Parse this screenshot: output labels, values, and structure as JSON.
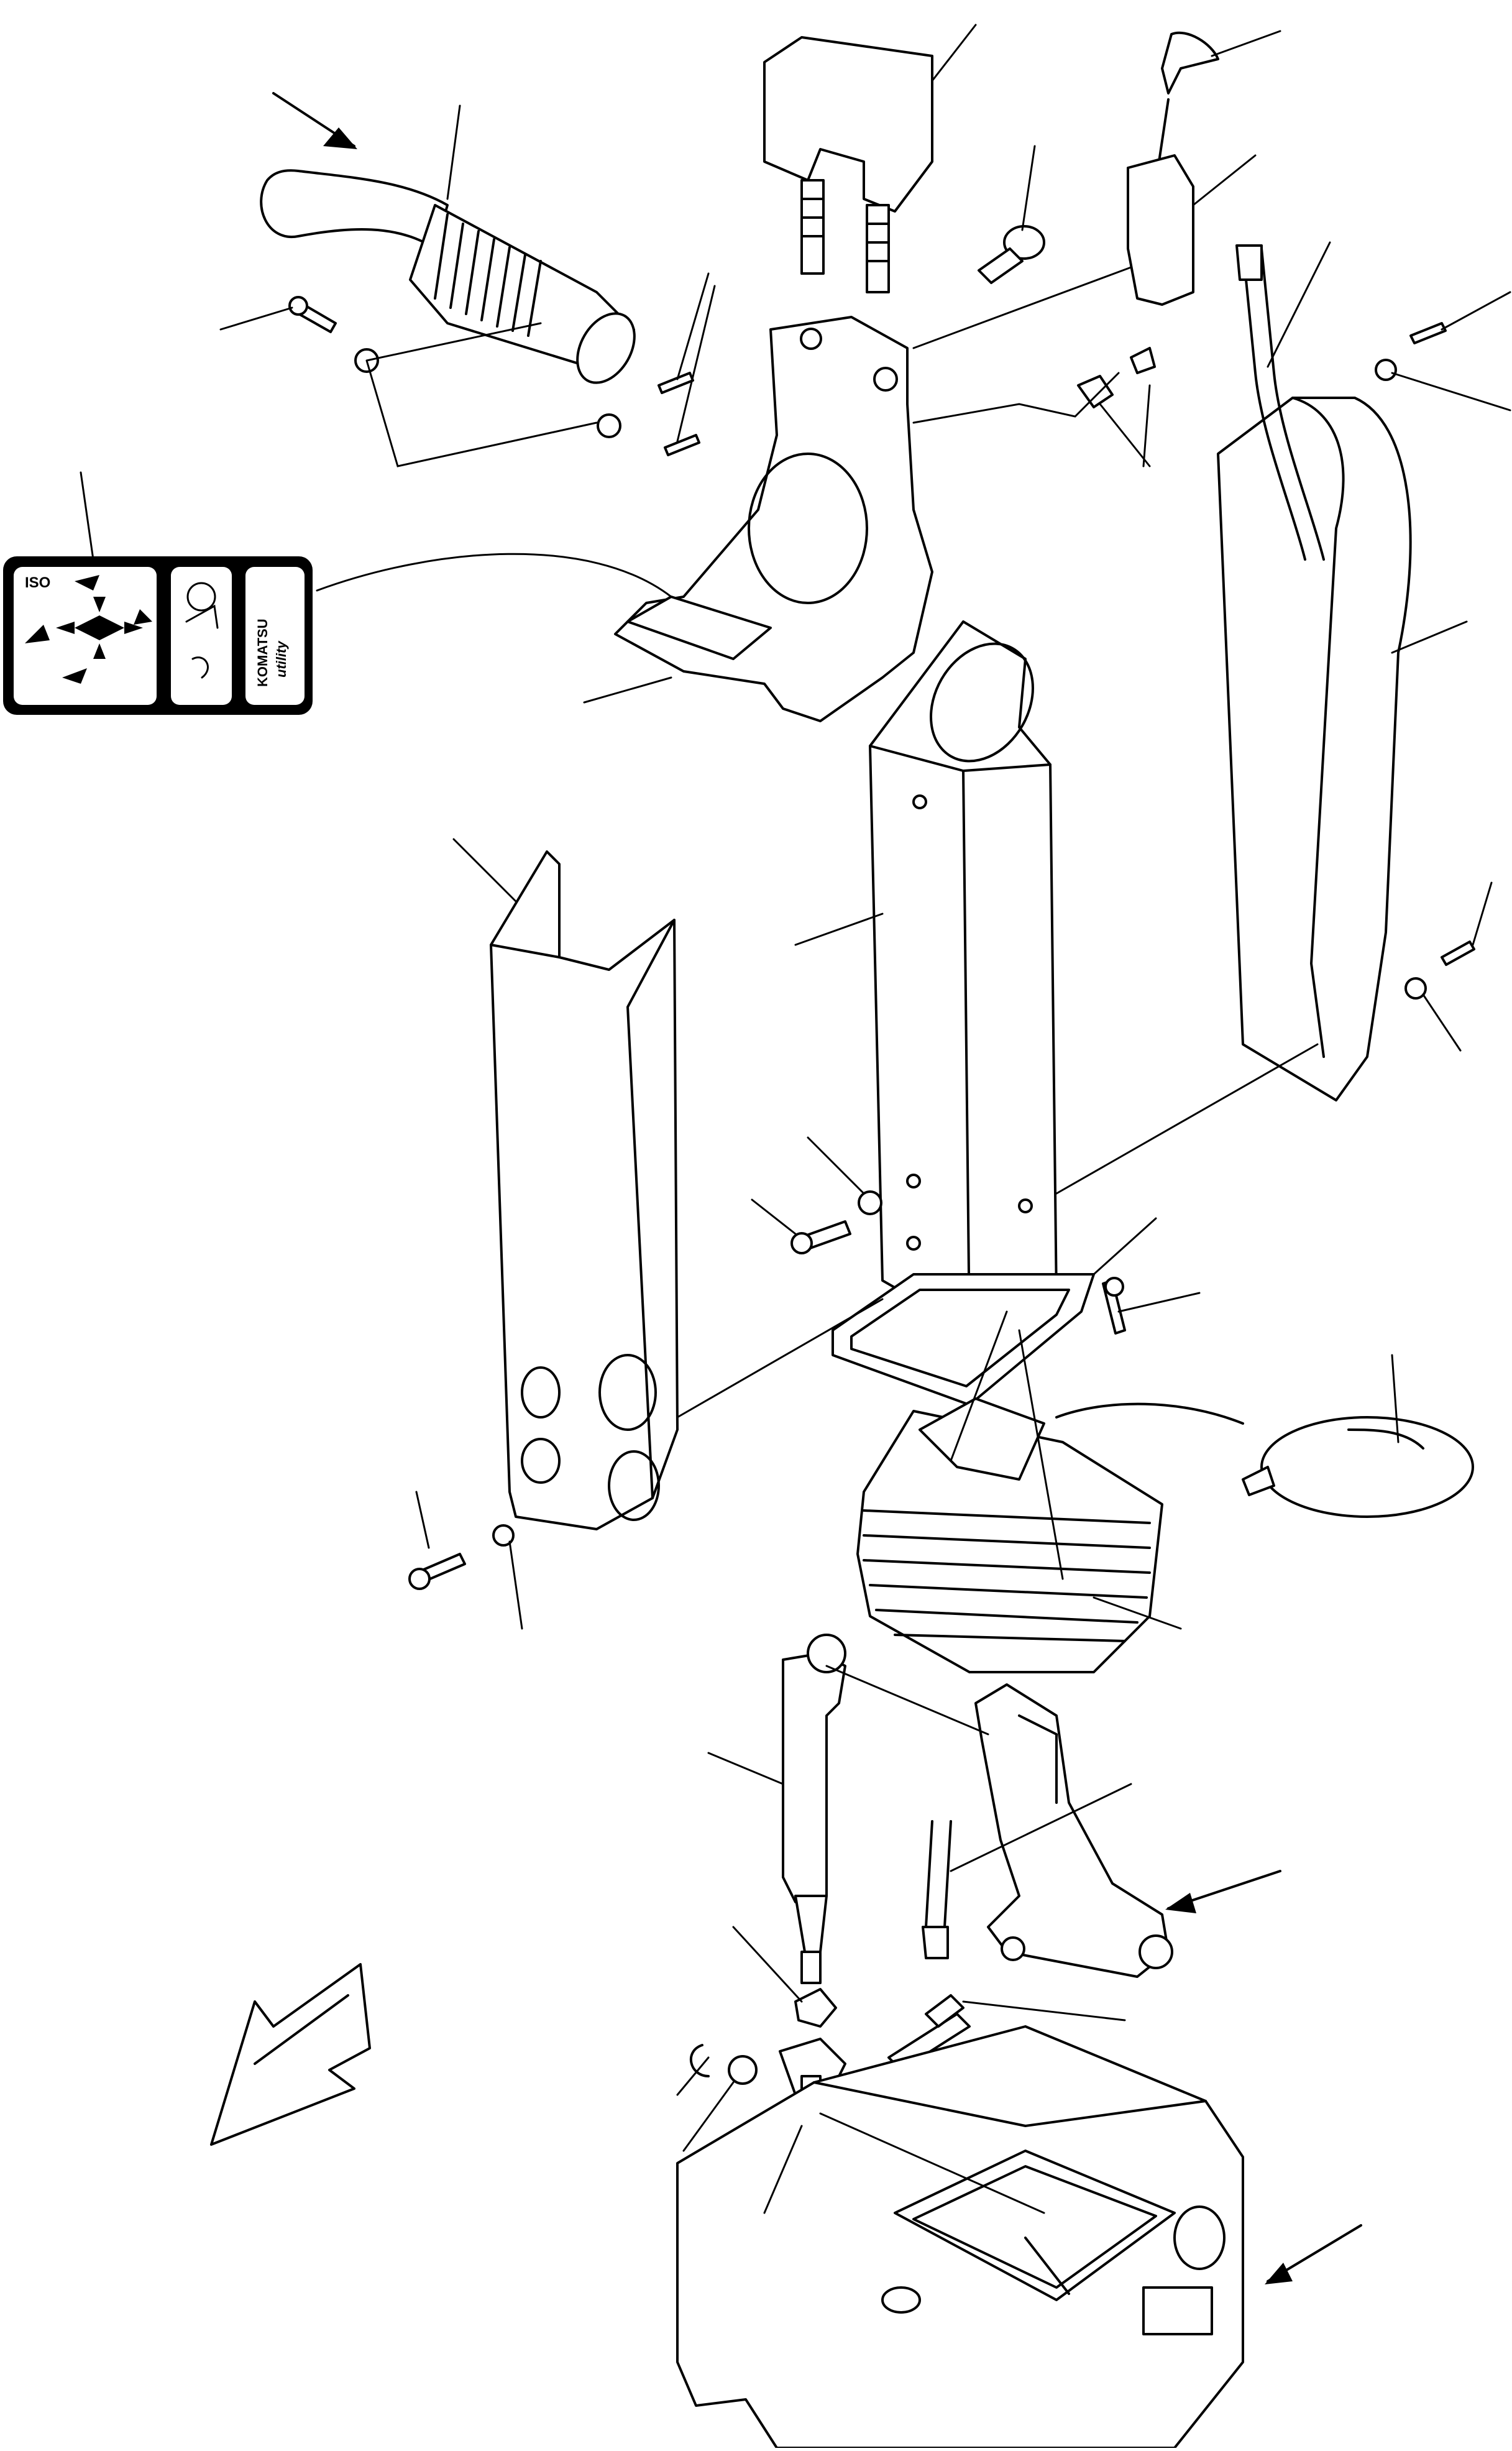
{
  "decal": {
    "iso_label": "ISO",
    "brand_label": "KOMATSU",
    "model_label": "utility"
  },
  "colors": {
    "ink": "#000000",
    "paper": "#ffffff"
  },
  "icons": [
    "arrow-icon",
    "joystick-pattern-icon",
    "lever-pattern-icon"
  ]
}
